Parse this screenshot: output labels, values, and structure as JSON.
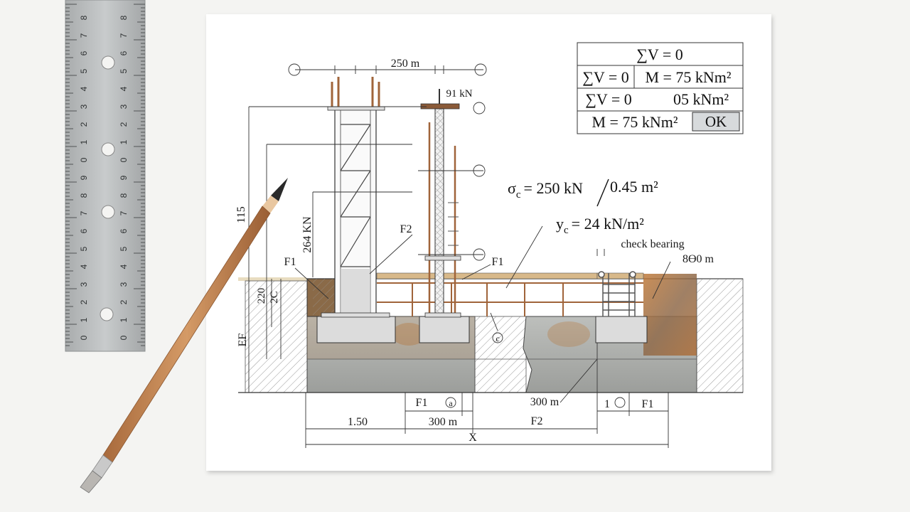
{
  "table": {
    "row1": "∑V = 0",
    "row2_left": "∑V = 0",
    "row2_right": "M = 75 kNm²",
    "row3_left": "∑V = 0",
    "row3_right": "05 kNm²",
    "row4_left": "M = 75 kNm²",
    "ok_label": "OK"
  },
  "equations": {
    "sigma_lhs": "σ",
    "sigma_sub": "c",
    "sigma_mid": "= 250 kN",
    "sigma_den": "0.45 m²",
    "gamma_lhs": "y",
    "gamma_sub": "c",
    "gamma_rhs": "= 24 kN/m²"
  },
  "labels": {
    "top_dim": "250  m",
    "load_91": "91 kN",
    "check_bearing": "check bearing",
    "dim_880": "8ϴ0 m",
    "f2_upper": "F2",
    "f1_left": "F1",
    "f1_mid": "F1",
    "load_264": "264 KN",
    "height_115": "115",
    "dim_220": "220",
    "dim_2c": "2C",
    "ef": "EF",
    "bottom_f1_a": "F1",
    "bottom_f1_b": "F1",
    "bottom_1": "1",
    "bottom_300_right": "300 m",
    "dim_150": "1.50",
    "dim_300": "300 m",
    "dim_f2": "F2",
    "dim_x": "X",
    "small_a": "a",
    "small_c": "c"
  },
  "ruler": {
    "numbers": [
      "0",
      "1",
      "2",
      "3",
      "4",
      "5",
      "6",
      "7",
      "8",
      "9",
      "0",
      "1",
      "2",
      "3",
      "4",
      "5",
      "6",
      "7",
      "8"
    ]
  },
  "colors": {
    "paper": "#ffffff",
    "concrete": "#a9aba8",
    "rust": "#b56a2e",
    "rebar": "#a0643a",
    "pencil": "#c98a55",
    "ruler": "#b9bcbd"
  }
}
